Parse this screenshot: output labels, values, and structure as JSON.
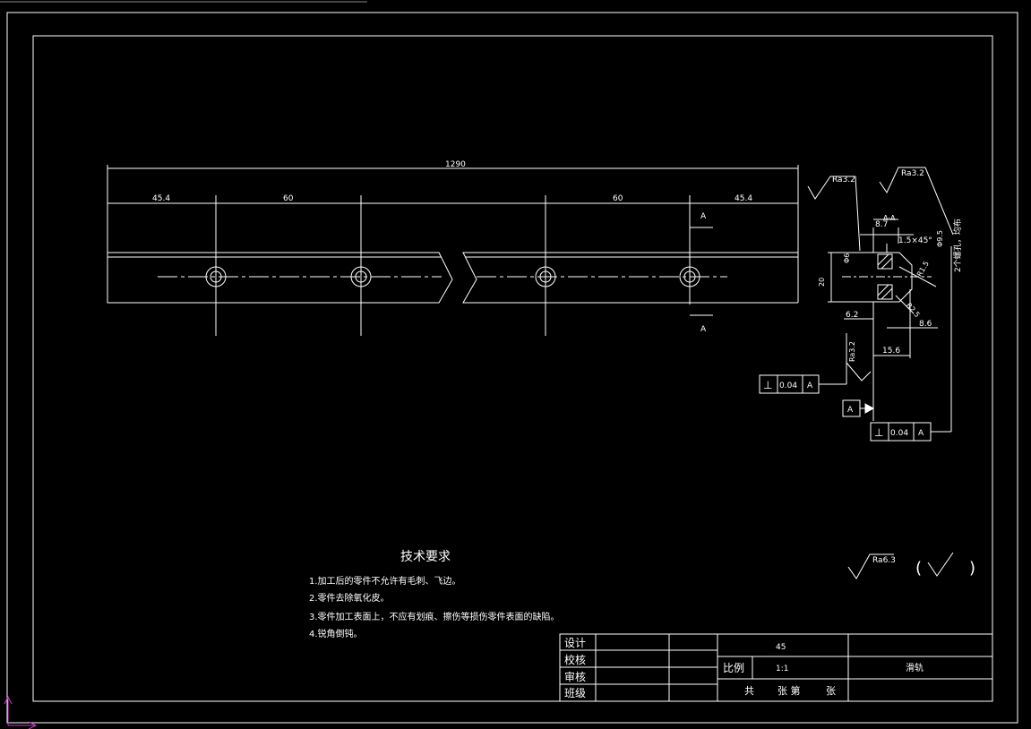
{
  "colors": {
    "background": "#000000",
    "line": "#ffffff",
    "centerline": "#ffffff",
    "ucs": "#c040c0"
  },
  "dimensions": {
    "overall_length": "1290",
    "left_offset": "45.4",
    "left_spacing": "60",
    "right_spacing": "60",
    "right_offset": "45.4",
    "section_marker": "A"
  },
  "section": {
    "roughness_top_left": "Ra3.2",
    "roughness_top_right": "Ra3.2",
    "roughness_side": "Ra3.2",
    "dim_width_top": "8.7",
    "section_label": "A-A",
    "chamfer": "1.5×45°",
    "dim_diameter": "Φ9.5",
    "thread_note": "2个螺孔，均布",
    "dim_phi6": "Φ6",
    "dim_height": "20",
    "dim_r1": "R1.5",
    "dim_r2": "R2.5",
    "dim_6_2": "6.2",
    "dim_8_6": "8.6",
    "dim_15_6": "15.6"
  },
  "tolerance_frames": [
    {
      "symbol": "⊥",
      "value": "0.04",
      "datum": "A"
    },
    {
      "symbol": "⊥",
      "value": "0.04",
      "datum": "A"
    }
  ],
  "datum_label": "A",
  "general_roughness": {
    "value": "Ra6.3",
    "note_open": "(",
    "note_close": ")",
    "check_mark": "√"
  },
  "requirements": {
    "title": "技术要求",
    "items": [
      "1.加工后的零件不允许有毛刺、飞边。",
      "2.零件去除氧化皮。",
      "3.零件加工表面上，不应有划痕、擦伤等损伤零件表面的缺陷。",
      "4.锐角倒钝。"
    ]
  },
  "title_block": {
    "rows": [
      "设计",
      "校核",
      "审核",
      "班级"
    ],
    "material": "45",
    "scale_label": "比例",
    "scale_value": "1:1",
    "part_name": "滑轨",
    "sheet_total_label": "共",
    "sheet_mid_label": "张 第",
    "sheet_end_label": "张"
  }
}
